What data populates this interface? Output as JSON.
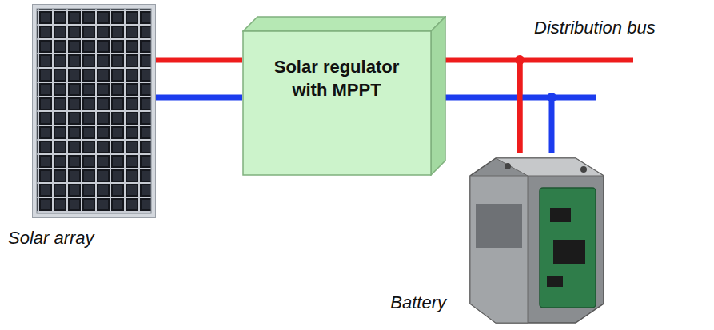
{
  "diagram": {
    "nodes": [
      {
        "text": [
          "Solar array"
        ]
      },
      {
        "text": [
          "Solar regulator with MPPT"
        ]
      },
      {
        "text": [
          "Battery"
        ]
      }
    ],
    "edges": [
      {
        "from": 0,
        "to": 1,
        "arrow": "none"
      },
      {
        "from": 1,
        "to": 2,
        "arrow": "none"
      }
    ],
    "labels": [
      "Distribution bus"
    ]
  }
}
